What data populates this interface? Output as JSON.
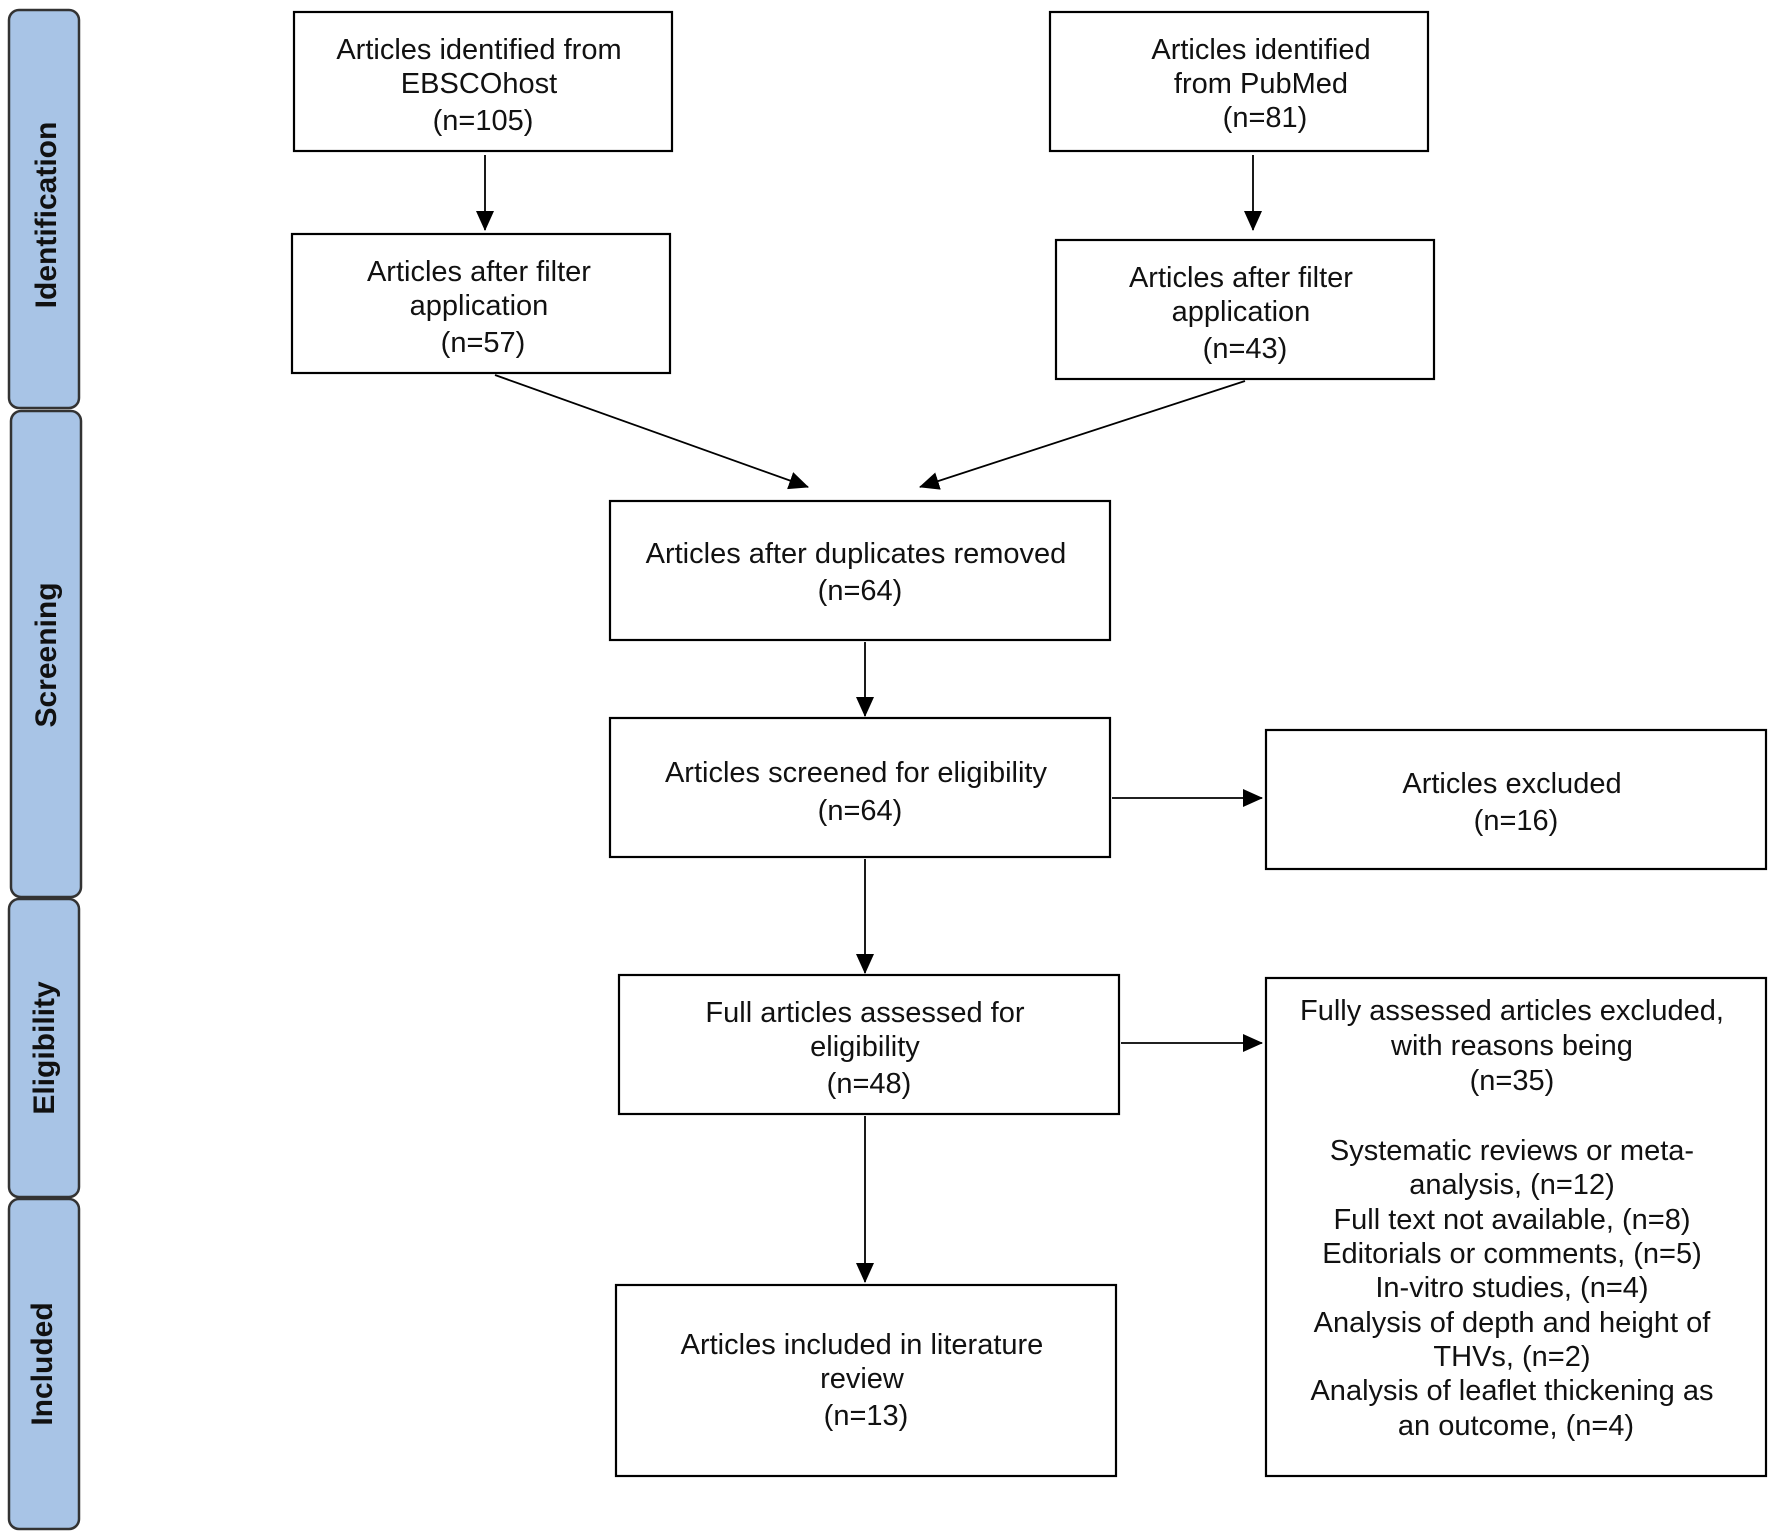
{
  "phases": {
    "identification": "Identification",
    "screening": "Screening",
    "eligibility": "Eligibility",
    "included": "Included"
  },
  "boxes": {
    "ebsco": [
      "Articles identified from",
      "EBSCOhost",
      "(n=105)"
    ],
    "pubmed": [
      "Articles identified",
      "from PubMed",
      "(n=81)"
    ],
    "ebsco_filter": [
      "Articles after filter",
      "application",
      "(n=57)"
    ],
    "pubmed_filter": [
      "Articles after filter",
      "application",
      "(n=43)"
    ],
    "duplicates": [
      "Articles after duplicates removed",
      "(n=64)"
    ],
    "screened": [
      "Articles screened for eligibility",
      "(n=64)"
    ],
    "excluded": [
      "Articles excluded",
      "(n=16)"
    ],
    "full_assessed": [
      "Full articles assessed for",
      "eligibility",
      "(n=48)"
    ],
    "full_excluded": [
      "Fully assessed articles excluded,",
      "with reasons being",
      "(n=35)",
      "",
      "Systematic reviews or meta-",
      "analysis, (n=12)",
      "Full text not available, (n=8)",
      "Editorials or comments, (n=5)",
      "In-vitro studies, (n=4)",
      "Analysis of depth and height of",
      "THVs, (n=2)",
      "Analysis of leaflet thickening as",
      "an outcome, (n=4)"
    ],
    "included": [
      "Articles included in literature",
      "review",
      "(n=13)"
    ]
  }
}
